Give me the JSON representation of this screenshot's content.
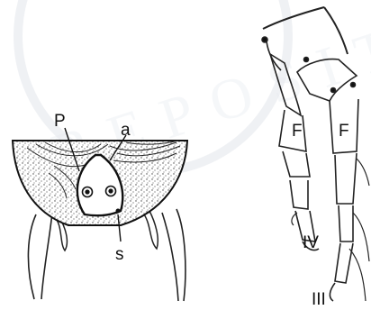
{
  "watermark": "REPOSITORY",
  "labels": {
    "p": "P",
    "a": "a",
    "s": "s",
    "f_left": "F",
    "f_right": "F",
    "leg_iv": "IV",
    "leg_iii": "III"
  }
}
